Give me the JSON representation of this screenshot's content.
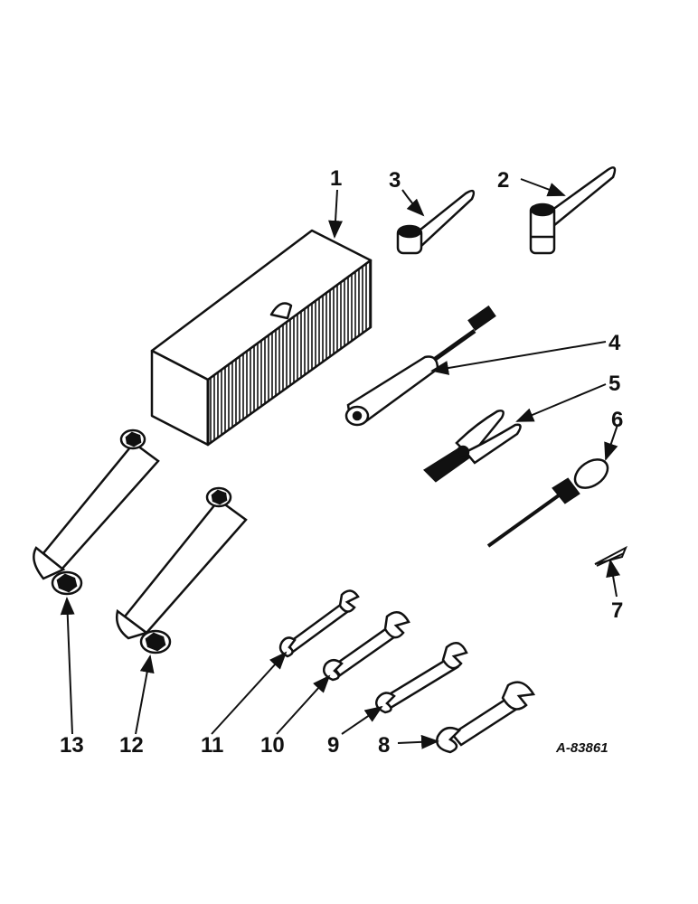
{
  "figure": {
    "reference": "A-83861",
    "callouts": [
      {
        "id": "1",
        "label": "1",
        "part": "tool-box"
      },
      {
        "id": "2",
        "label": "2",
        "part": "spark-plug-wrench-large"
      },
      {
        "id": "3",
        "label": "3",
        "part": "spark-plug-wrench-small"
      },
      {
        "id": "4",
        "label": "4",
        "part": "grease-gun"
      },
      {
        "id": "5",
        "label": "5",
        "part": "pliers"
      },
      {
        "id": "6",
        "label": "6",
        "part": "screwdriver"
      },
      {
        "id": "7",
        "label": "7",
        "part": "feeler-gauge"
      },
      {
        "id": "8",
        "label": "8",
        "part": "open-end-wrench-1"
      },
      {
        "id": "9",
        "label": "9",
        "part": "open-end-wrench-2"
      },
      {
        "id": "10",
        "label": "10",
        "part": "open-end-wrench-3"
      },
      {
        "id": "11",
        "label": "11",
        "part": "open-end-wrench-4"
      },
      {
        "id": "12",
        "label": "12",
        "part": "offset-socket-wrench-1"
      },
      {
        "id": "13",
        "label": "13",
        "part": "offset-socket-wrench-2"
      }
    ]
  },
  "colors": {
    "ink": "#111111",
    "paper": "#ffffff"
  }
}
